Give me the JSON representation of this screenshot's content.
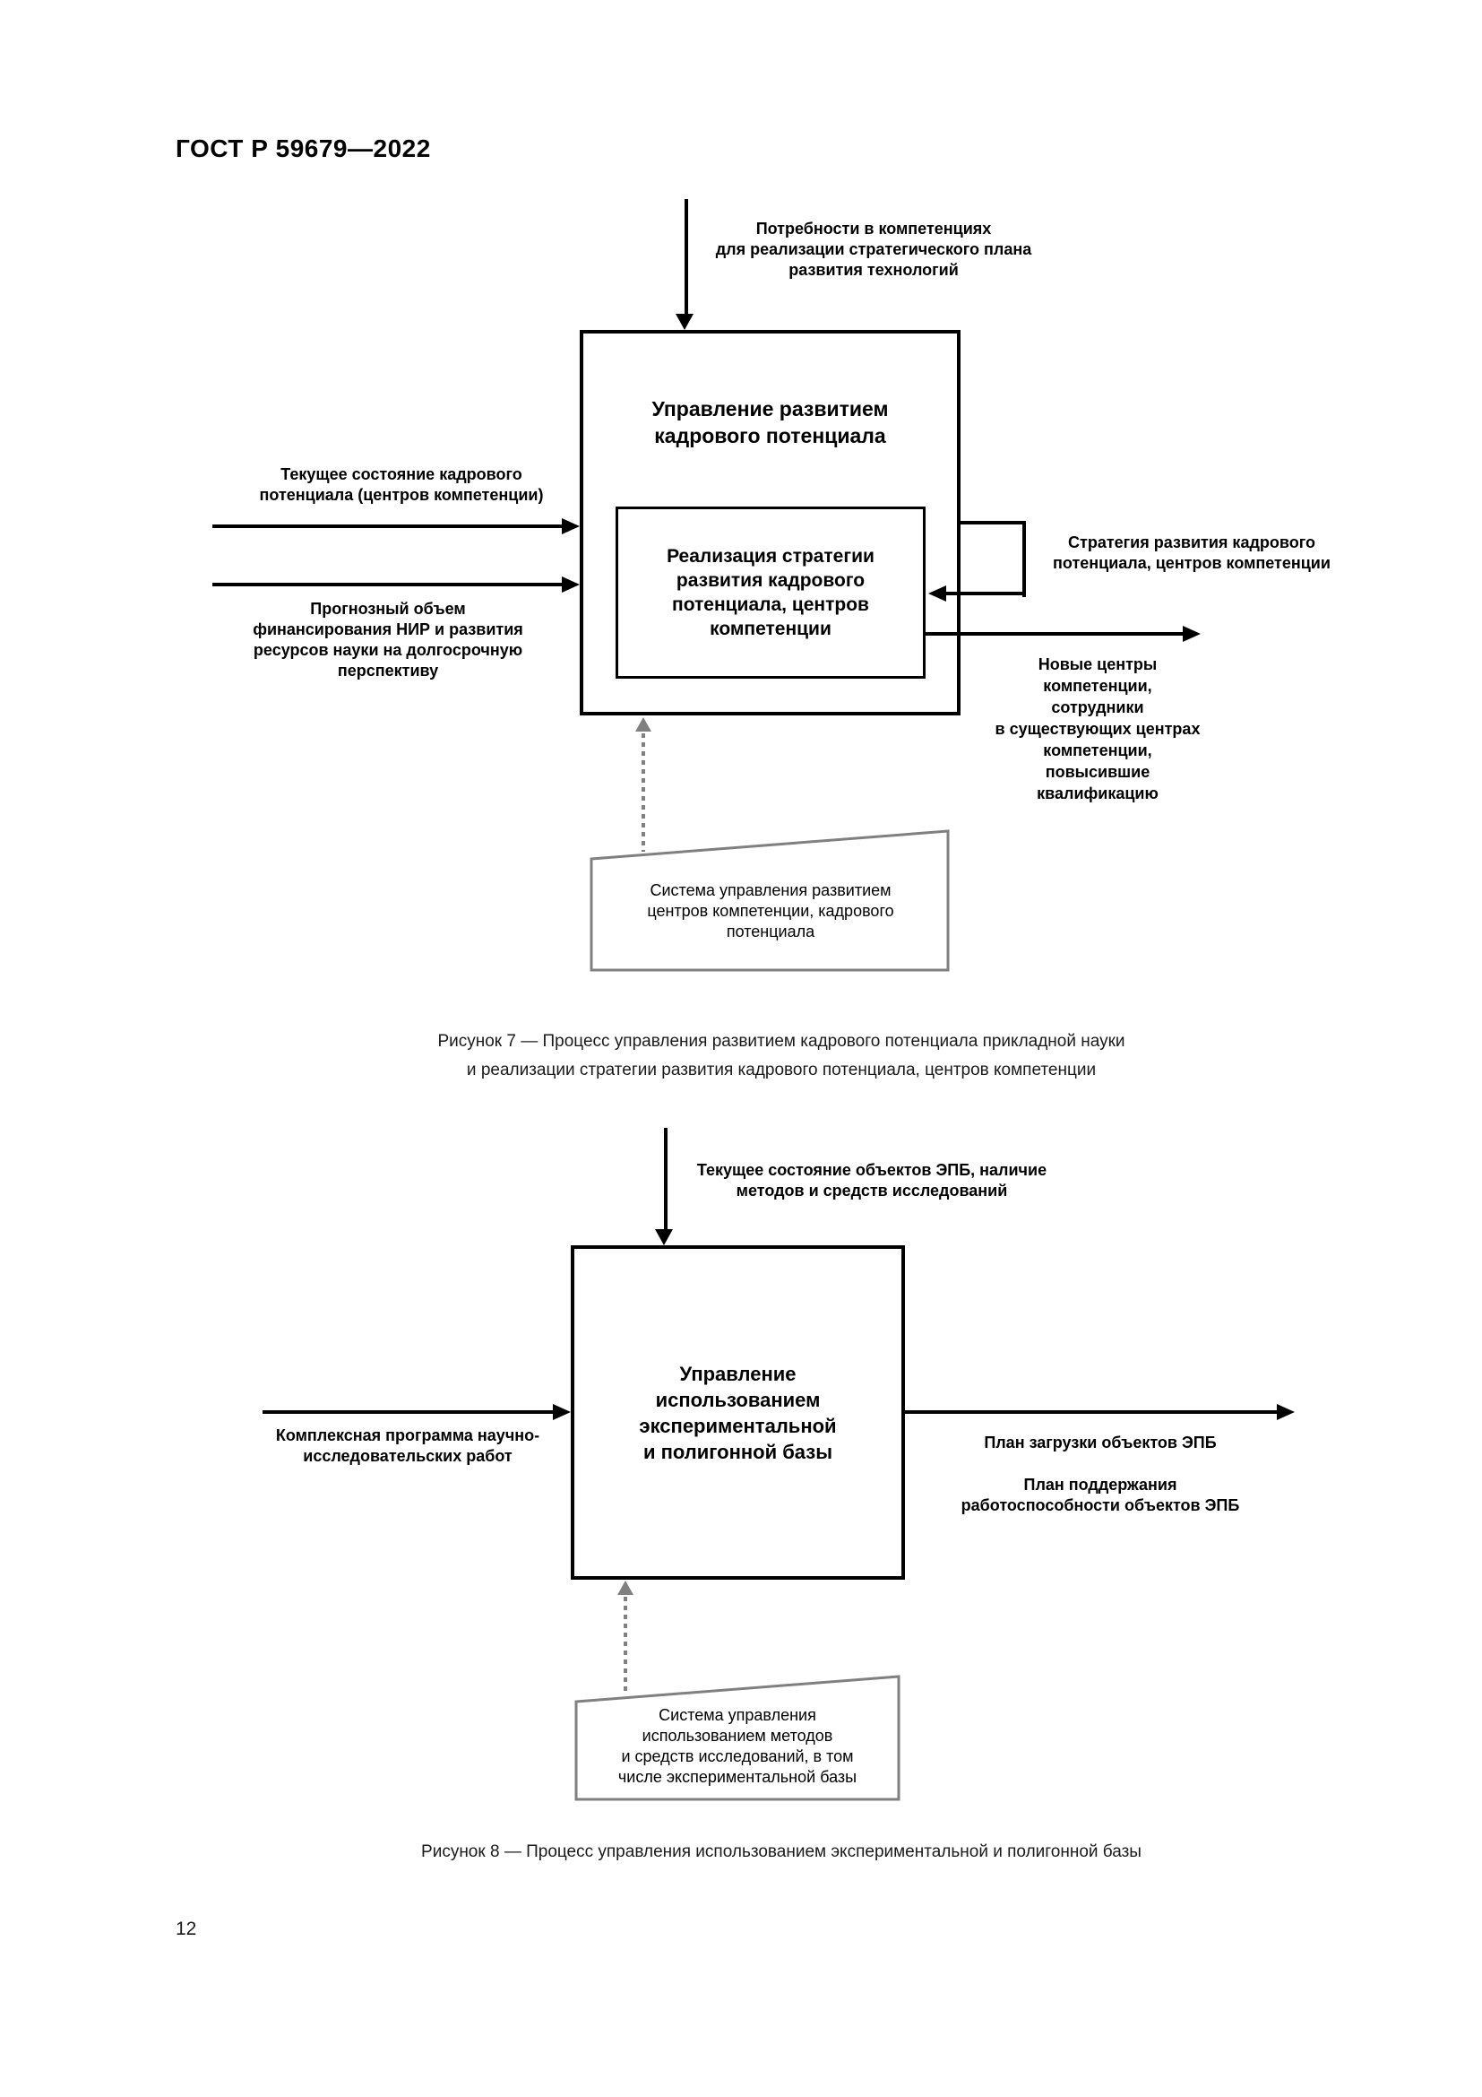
{
  "header": {
    "title": "ГОСТ Р 59679—2022"
  },
  "colors": {
    "line": "#000000",
    "mechanism_gray": "#808080"
  },
  "figure7": {
    "top_input": "Потребности в компетенциях\nдля реализации стратегического плана\nразвития технологий",
    "main_box": "Управление развитием\nкадрового потенциала",
    "inner_box": "Реализация стратегии\nразвития кадрового\nпотенциала, центров\nкомпетенции",
    "input_left_1": "Текущее состояние кадрового\nпотенциала (центров компетенции)",
    "input_left_2": "Прогнозный объем\nфинансирования НИР и развития\nресурсов науки на долгосрочную\nперспективу",
    "output_strategy": "Стратегия развития кадрового\nпотенциала, центров компетенции",
    "output_new_centers": "Новые центры\nкомпетенции,\nсотрудники\nв существующих центрах\nкомпетенции,\nповысившие\nквалификацию",
    "mechanism": "Система управления развитием\nцентров компетенции, кадрового\nпотенциала",
    "caption": "Рисунок 7 — Процесс управления развитием кадрового потенциала прикладной науки\nи реализации стратегии развития кадрового потенциала, центров компетенции"
  },
  "figure8": {
    "top_input": "Текущее состояние объектов ЭПБ, наличие\nметодов и средств исследований",
    "main_box": "Управление\nиспользованием\nэкспериментальной\nи полигонной базы",
    "input_left": "Комплексная программа научно-\nисследовательских работ",
    "output_1": "План загрузки объектов ЭПБ",
    "output_2": "План поддержания\nработоспособности объектов ЭПБ",
    "mechanism": "Система управления\nиспользованием методов\nи средств исследований, в том\nчисле экспериментальной базы",
    "caption": "Рисунок 8 — Процесс управления использованием экспериментальной и полигонной базы"
  },
  "footer": {
    "page_number": "12"
  }
}
